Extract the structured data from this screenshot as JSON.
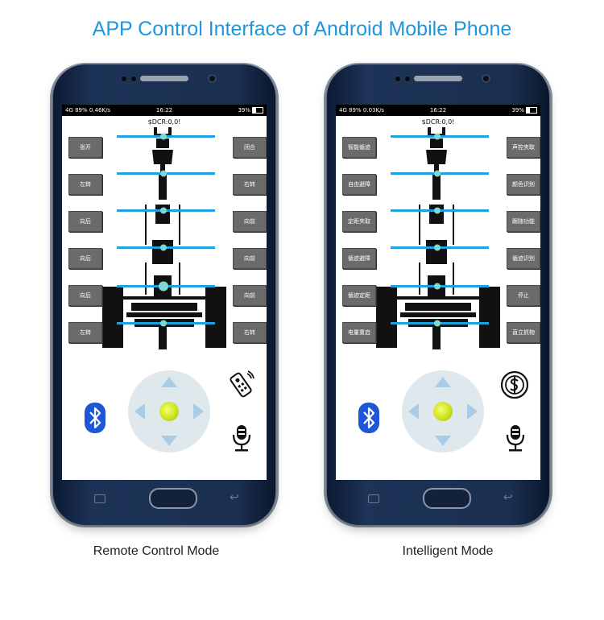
{
  "page": {
    "title": "APP Control Interface of Android Mobile Phone",
    "colors": {
      "accent": "#1e97e0",
      "button": "#6b6b6b",
      "line": "#1da1e0",
      "joystick_ball": "#cde320",
      "bluetooth": "#1e56d8"
    }
  },
  "phones": [
    {
      "caption": "Remote Control Mode",
      "status": {
        "left": "4G 89% 0.46K/s",
        "time": "16:22",
        "right": "39%"
      },
      "dcr": "$DCR:0,0!",
      "left_buttons": [
        "张开",
        "左转",
        "向后",
        "向后",
        "向后",
        "左转"
      ],
      "right_buttons": [
        "闭合",
        "右转",
        "向前",
        "向前",
        "向前",
        "右转"
      ],
      "icons": {
        "bluetooth": "bluetooth-icon",
        "top_right": "remote-control-icon",
        "mic": "microphone-icon"
      }
    },
    {
      "caption": "Intelligent Mode",
      "status": {
        "left": "4G 89% 0.03K/s",
        "time": "16:22",
        "right": "39%"
      },
      "dcr": "$DCR:0,0!",
      "left_buttons": [
        "智能循迹",
        "自由避障",
        "定距夹取",
        "循迹避障",
        "循迹定距",
        "电量重启"
      ],
      "right_buttons": [
        "声控夹取",
        "颜色识别",
        "跟随功能",
        "循迹识别",
        "停止",
        "直立抓物"
      ],
      "icons": {
        "bluetooth": "bluetooth-icon",
        "top_right": "dollar-coin-icon",
        "mic": "microphone-icon"
      }
    }
  ]
}
